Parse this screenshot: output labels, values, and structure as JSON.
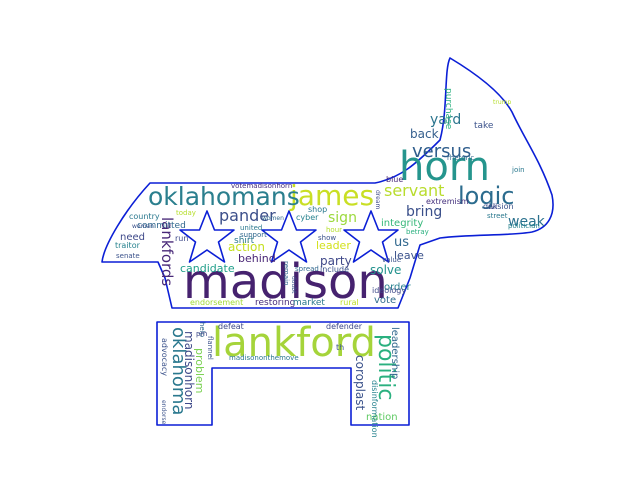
{
  "outline_color": "#0b1fd6",
  "words": [
    {
      "text": "madison",
      "color": "#46226f"
    },
    {
      "text": "lankford",
      "color": "#a5d43a"
    },
    {
      "text": "horn",
      "color": "#25958d"
    },
    {
      "text": "james",
      "color": "#c9df25"
    },
    {
      "text": "oklahomans",
      "color": "#2b7f8e"
    },
    {
      "text": "logic",
      "color": "#2c6c8e"
    },
    {
      "text": "versus",
      "color": "#2e5d8c"
    },
    {
      "text": "servant",
      "color": "#b9dc2e"
    },
    {
      "text": "bring",
      "color": "#3a4f8a"
    },
    {
      "text": "back",
      "color": "#355f8d"
    },
    {
      "text": "yard",
      "color": "#2b758e"
    },
    {
      "text": "weak",
      "color": "#2b718e"
    },
    {
      "text": "pander",
      "color": "#3c4f8a"
    },
    {
      "text": "sign",
      "color": "#9bd93c"
    },
    {
      "text": "action",
      "color": "#c5e021"
    },
    {
      "text": "leader",
      "color": "#d2e21b"
    },
    {
      "text": "us",
      "color": "#31688e"
    },
    {
      "text": "behind",
      "color": "#482475"
    },
    {
      "text": "party",
      "color": "#3f4889"
    },
    {
      "text": "leave",
      "color": "#3b528b"
    },
    {
      "text": "solve",
      "color": "#21918c"
    },
    {
      "text": "order",
      "color": "#277f8e"
    },
    {
      "text": "vote",
      "color": "#2f6c8e"
    },
    {
      "text": "candidate",
      "color": "#1f9e89"
    },
    {
      "text": "lankfords",
      "color": "#482878"
    },
    {
      "text": "oklahoma",
      "color": "#2a788e"
    },
    {
      "text": "madisonhorn",
      "color": "#3e4989"
    },
    {
      "text": "problem",
      "color": "#7ad151"
    },
    {
      "text": "politic",
      "color": "#2ab07f"
    },
    {
      "text": "coroplast",
      "color": "#3b528b"
    },
    {
      "text": "leadership",
      "color": "#31688e"
    },
    {
      "text": "nation",
      "color": "#5ec962"
    },
    {
      "text": "committed",
      "color": "#31688e"
    },
    {
      "text": "need",
      "color": "#3e4989"
    },
    {
      "text": "shirt",
      "color": "#2a788e"
    },
    {
      "text": "integrity",
      "color": "#35b779"
    },
    {
      "text": "purchase",
      "color": "#2ab07f"
    },
    {
      "text": "take",
      "color": "#3b528b"
    },
    {
      "text": "rhetoric",
      "color": "#31688e"
    },
    {
      "text": "extremism",
      "color": "#46327e"
    },
    {
      "text": "division",
      "color": "#3b528b"
    },
    {
      "text": "street",
      "color": "#2a788e"
    },
    {
      "text": "politician",
      "color": "#26828e"
    },
    {
      "text": "ok",
      "color": "#3e4989"
    },
    {
      "text": "blue",
      "color": "#482878"
    },
    {
      "text": "shop",
      "color": "#2a788e"
    },
    {
      "text": "cyber",
      "color": "#26828e"
    },
    {
      "text": "hour",
      "color": "#b5de2b"
    },
    {
      "text": "betray",
      "color": "#2ab07f"
    },
    {
      "text": "ideology",
      "color": "#3e4989"
    },
    {
      "text": "include",
      "color": "#3b528b"
    },
    {
      "text": "spread",
      "color": "#31688e"
    },
    {
      "text": "restoring",
      "color": "#472d7b"
    },
    {
      "text": "market",
      "color": "#2a788e"
    },
    {
      "text": "rural",
      "color": "#bddf26"
    },
    {
      "text": "endorsement",
      "color": "#a2da37"
    },
    {
      "text": "country",
      "color": "#2a788e"
    },
    {
      "text": "woman",
      "color": "#3b528b"
    },
    {
      "text": "traitor",
      "color": "#26828e"
    },
    {
      "text": "today",
      "color": "#b5de2b"
    },
    {
      "text": "run",
      "color": "#3e4989"
    },
    {
      "text": "united",
      "color": "#2a788e"
    },
    {
      "text": "support",
      "color": "#31688e"
    },
    {
      "text": "women",
      "color": "#31688e"
    },
    {
      "text": "show",
      "color": "#3b528b"
    },
    {
      "text": "value",
      "color": "#3b528b"
    },
    {
      "text": "votemadisonhorn",
      "color": "#472d7b"
    },
    {
      "text": "defeat",
      "color": "#3e4989"
    },
    {
      "text": "defender",
      "color": "#3e4989"
    },
    {
      "text": "advocacy",
      "color": "#3b528b"
    },
    {
      "text": "madisononthemove",
      "color": "#2a788e"
    },
    {
      "text": "disinformation",
      "color": "#26828e"
    },
    {
      "text": "endorse",
      "color": "#3b528b"
    },
    {
      "text": "trump",
      "color": "#b5de2b"
    },
    {
      "text": "join",
      "color": "#2a788e"
    },
    {
      "text": "remain",
      "color": "#31688e"
    },
    {
      "text": "doubt",
      "color": "#3b528b"
    },
    {
      "text": "dream",
      "color": "#3e4989"
    },
    {
      "text": "help",
      "color": "#31688e"
    },
    {
      "text": "pm",
      "color": "#3e4989"
    },
    {
      "text": "th",
      "color": "#3b528b"
    },
    {
      "text": "senate",
      "color": "#3b528b"
    },
    {
      "text": "flannel",
      "color": "#3b528b"
    }
  ]
}
